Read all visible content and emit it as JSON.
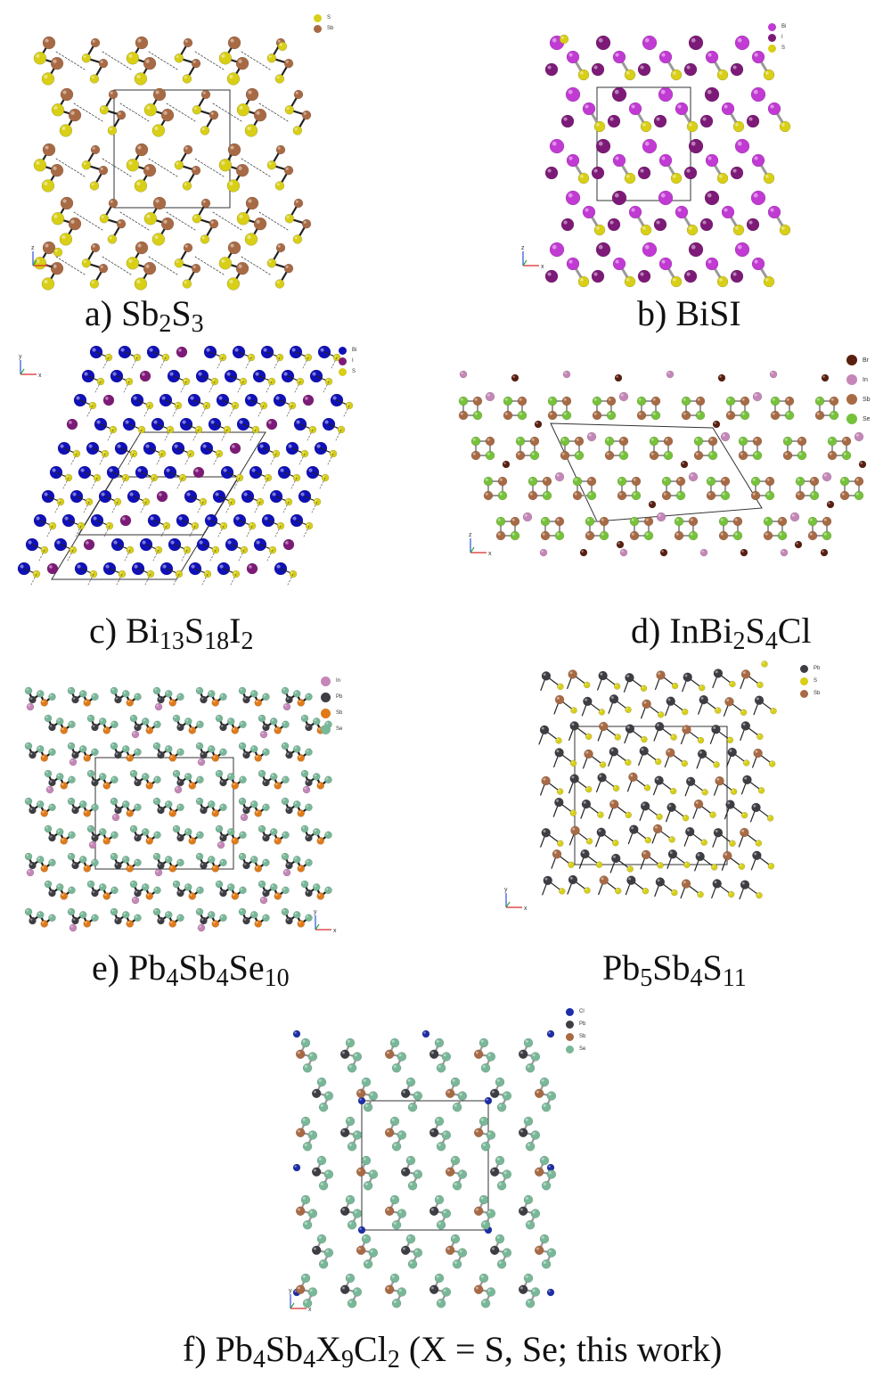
{
  "colors": {
    "S": "#d8cf16",
    "Sb": "#a86a44",
    "Bi_purple": "#c13ad3",
    "I": "#7d1a78",
    "Bi_blue": "#1010b8",
    "Br": "#5a1f10",
    "In": "#c586b8",
    "Se_green": "#76c23a",
    "Se_teal": "#78b898",
    "Pb": "#3d3d44",
    "Sb_orange": "#e07a18",
    "Cl": "#1d2ea8",
    "bond": "#222222",
    "bond_grey": "#9a9a9a"
  },
  "panels": {
    "a": {
      "legend": [
        "S",
        "Sb"
      ],
      "axes": [
        "z",
        "x"
      ]
    },
    "b": {
      "legend": [
        "Bi",
        "I",
        "S"
      ],
      "axes": [
        "x",
        "z"
      ]
    },
    "c": {
      "legend": [
        "Bi",
        "I",
        "S"
      ],
      "axes": [
        "x",
        "y"
      ]
    },
    "d": {
      "legend": [
        "Br",
        "In",
        "Sb",
        "Se"
      ],
      "axes": [
        "z",
        "x"
      ]
    },
    "e": {
      "legend": [
        "In",
        "Pb",
        "Sb",
        "Se"
      ],
      "axes": [
        "y",
        "x"
      ]
    },
    "g": {
      "legend": [
        "Pb",
        "S",
        "Sb"
      ],
      "axes": [
        "y",
        "x"
      ]
    },
    "f": {
      "legend": [
        "Cl",
        "Pb",
        "Sb",
        "Se"
      ],
      "axes": [
        "y",
        "x"
      ]
    }
  },
  "captions": {
    "a": {
      "pre": "a) Sb",
      "s1": "2",
      "mid": "S",
      "s2": "3"
    },
    "b": {
      "text": "b) BiSI"
    },
    "c": {
      "pre": "c) Bi",
      "s1": "13",
      "mid": "S",
      "s2": "18",
      "mid2": "I",
      "s3": "2"
    },
    "d": {
      "pre": "d) InBi",
      "s1": "2",
      "mid": "S",
      "s2": "4",
      "mid2": "Cl"
    },
    "e": {
      "pre": "e) Pb",
      "s1": "4",
      "mid": "Sb",
      "s2": "4",
      "mid2": "Se",
      "s3": "10"
    },
    "g": {
      "pre": "Pb",
      "s1": "5",
      "mid": "Sb",
      "s2": "4",
      "mid2": "S",
      "s3": "11"
    },
    "f": {
      "pre": "f) Pb",
      "s1": "4",
      "mid": "Sb",
      "s2": "4",
      "mid2": "X",
      "s3": "9",
      "mid3": "Cl",
      "s4": "2",
      "tail": " (X = S, Se; this work)"
    }
  }
}
